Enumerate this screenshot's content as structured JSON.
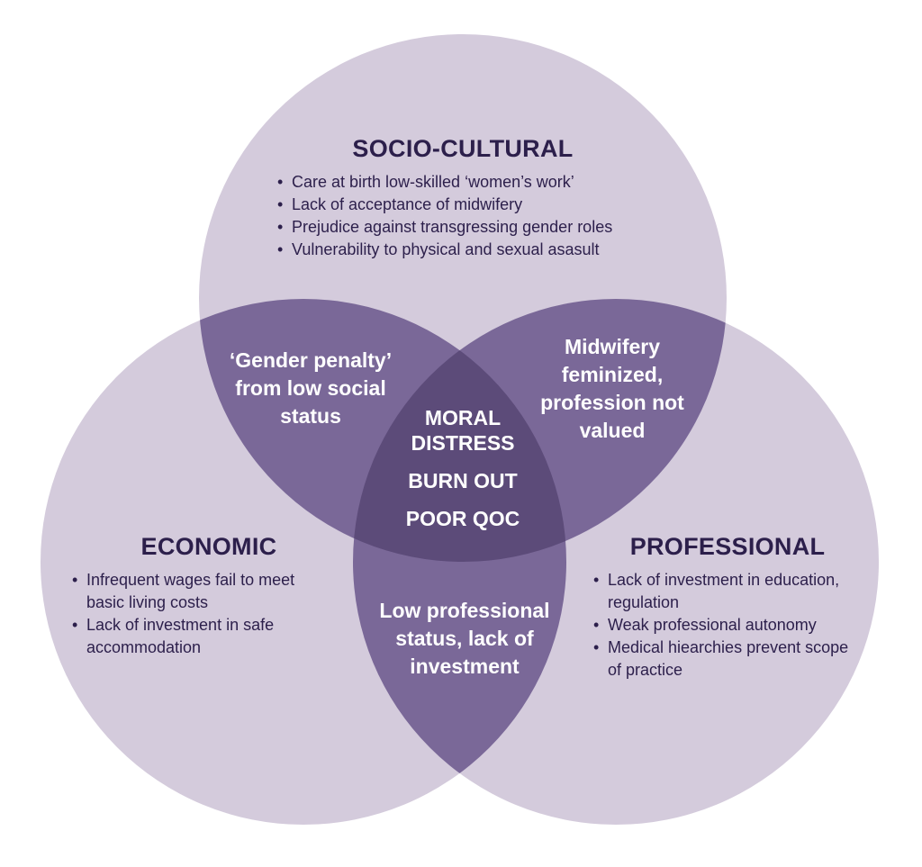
{
  "colors": {
    "circle_light": "#d4cbdc",
    "overlap_two": "#7a6898",
    "overlap_three": "#5c4b79",
    "heading_text": "#2c1f4b",
    "body_text": "#2c1f4b",
    "overlap_text": "#ffffff"
  },
  "socio_cultural": {
    "title": "SOCIO-CULTURAL",
    "items": [
      "Care at birth low-skilled ‘women’s work’",
      "Lack of acceptance of midwifery",
      "Prejudice against transgressing gender roles",
      "Vulnerability to physical and sexual asasult"
    ]
  },
  "economic": {
    "title": "ECONOMIC",
    "items": [
      "Infrequent wages fail to meet basic living costs",
      "Lack of investment in safe accommodation"
    ]
  },
  "professional": {
    "title": "PROFESSIONAL",
    "items": [
      "Lack of investment in education, regulation",
      "Weak professional autonomy",
      "Medical hiearchies prevent scope of practice"
    ]
  },
  "overlaps": {
    "socio_economic": "‘Gender penalty’ from low social status",
    "socio_professional": "Midwifery feminized, profession not valued",
    "economic_professional": "Low professional status, lack of investment"
  },
  "center": {
    "lines": [
      "MORAL DISTRESS",
      "BURN OUT",
      "POOR QOC"
    ]
  }
}
